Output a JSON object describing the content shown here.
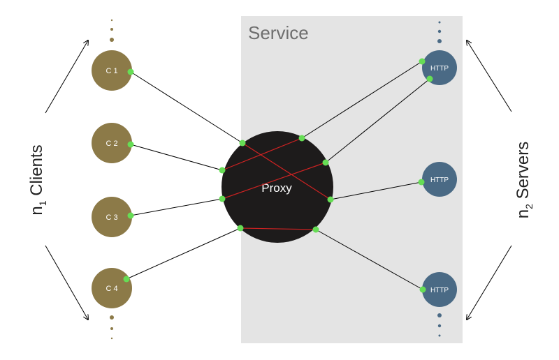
{
  "service": {
    "label": "Service"
  },
  "proxy": {
    "label": "Proxy"
  },
  "clients": [
    {
      "label": "C 1"
    },
    {
      "label": "C 2"
    },
    {
      "label": "C 3"
    },
    {
      "label": "C 4"
    }
  ],
  "servers": [
    {
      "label": "HTTP"
    },
    {
      "label": "HTTP"
    },
    {
      "label": "HTTP"
    }
  ],
  "left_label": {
    "prefix": "n",
    "sub": "1",
    "text": " Clients"
  },
  "right_label": {
    "prefix": "n",
    "sub": "2",
    "text": " Servers"
  },
  "colors": {
    "client": "#8c7a48",
    "server": "#4a6a85",
    "proxy": "#1d1b1b",
    "service_bg": "#e4e4e4",
    "port": "#66dd55",
    "proxy_link": "#cc2222",
    "link": "#000000"
  }
}
